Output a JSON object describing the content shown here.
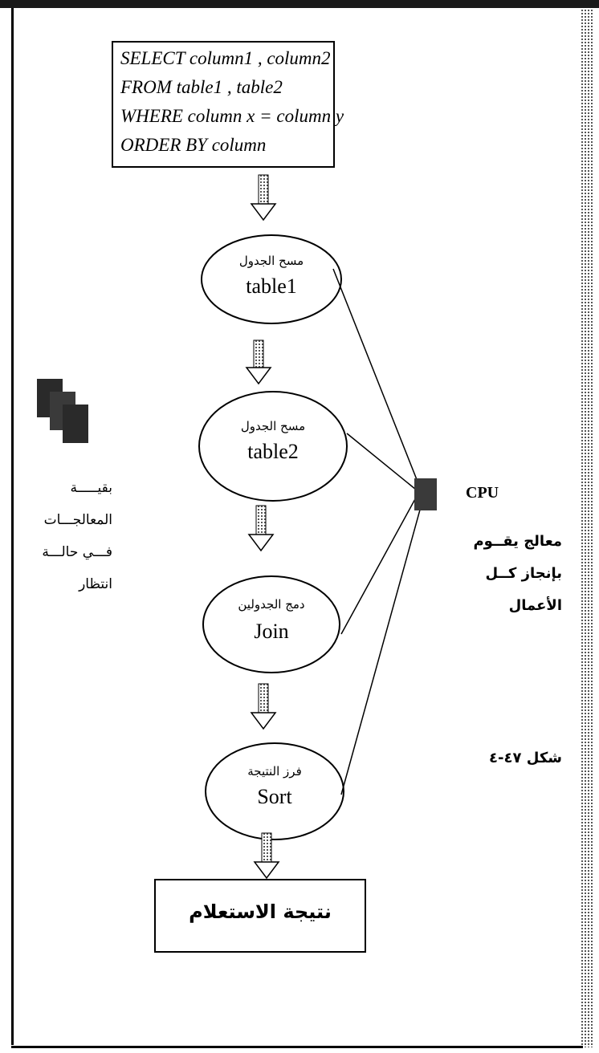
{
  "query": {
    "lines": [
      "SELECT column1 , column2",
      "FROM  table1 , table2",
      "WHERE column x = column y",
      "ORDER BY column"
    ]
  },
  "steps": [
    {
      "arabic": "مسح الجدول",
      "english": "table1"
    },
    {
      "arabic": "مسح الجدول",
      "english": "table2"
    },
    {
      "arabic": "دمج الجدولين",
      "english": "Join"
    },
    {
      "arabic": "فرز النتيجة",
      "english": "Sort"
    }
  ],
  "result": {
    "label": "نتيجة الاستعلام"
  },
  "cpu": {
    "label": "CPU",
    "description": [
      "معالج يقــوم",
      "بإنجاز كــل",
      "الأعمال"
    ]
  },
  "waiting": {
    "description": [
      "بقيـــــة",
      "المعالجـــات",
      "فـــي حالـــة",
      "انتظار"
    ]
  },
  "figure": {
    "caption": "شكل ٤٧-٤"
  },
  "colors": {
    "ink": "#000000",
    "block": "#3a3a3a",
    "border": "#222222"
  }
}
